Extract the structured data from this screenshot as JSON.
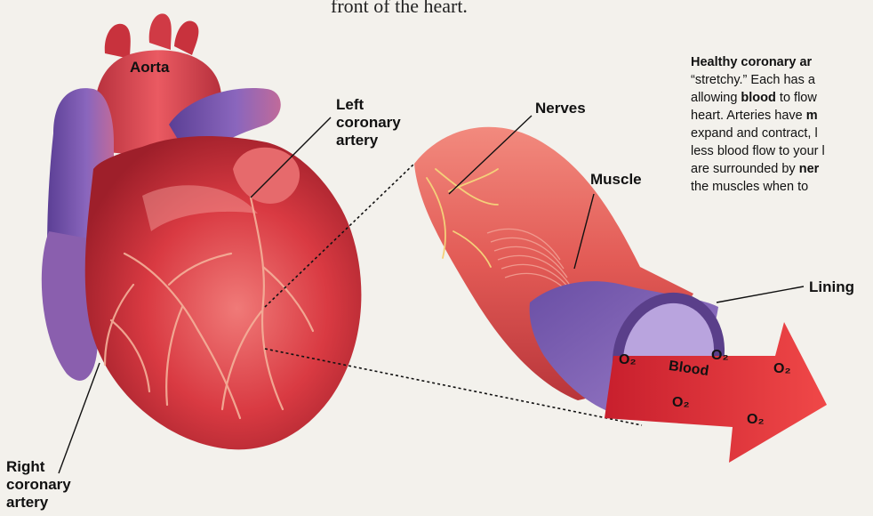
{
  "caption": "front of the heart.",
  "labels": {
    "aorta": "Aorta",
    "left_coronary_artery": [
      "Left",
      "coronary",
      "artery"
    ],
    "right_coronary_artery": [
      "Right",
      "coronary",
      "artery"
    ],
    "nerves": "Nerves",
    "muscle": "Muscle",
    "lining": "Lining",
    "blood": "Blood",
    "o2": "O₂"
  },
  "paragraph": [
    {
      "bold": "Healthy coronary ar",
      "rest": ""
    },
    {
      "bold": "",
      "rest": "“stretchy.” Each has a"
    },
    {
      "pre": "allowing ",
      "bold": "blood",
      "rest": " to flow"
    },
    {
      "pre": "heart. Arteries have ",
      "bold": "m",
      "rest": ""
    },
    {
      "bold": "",
      "rest": "expand and contract, l"
    },
    {
      "bold": "",
      "rest": "less blood flow to your l"
    },
    {
      "pre": "are surrounded by ",
      "bold": "ner",
      "rest": ""
    },
    {
      "bold": "",
      "rest": "the muscles when to"
    }
  ],
  "colors": {
    "heart_red": "#d93a42",
    "vein_purple": "#7d5fb0",
    "artery_tube": "#e25a55",
    "arrow_red": "#e4313a"
  }
}
